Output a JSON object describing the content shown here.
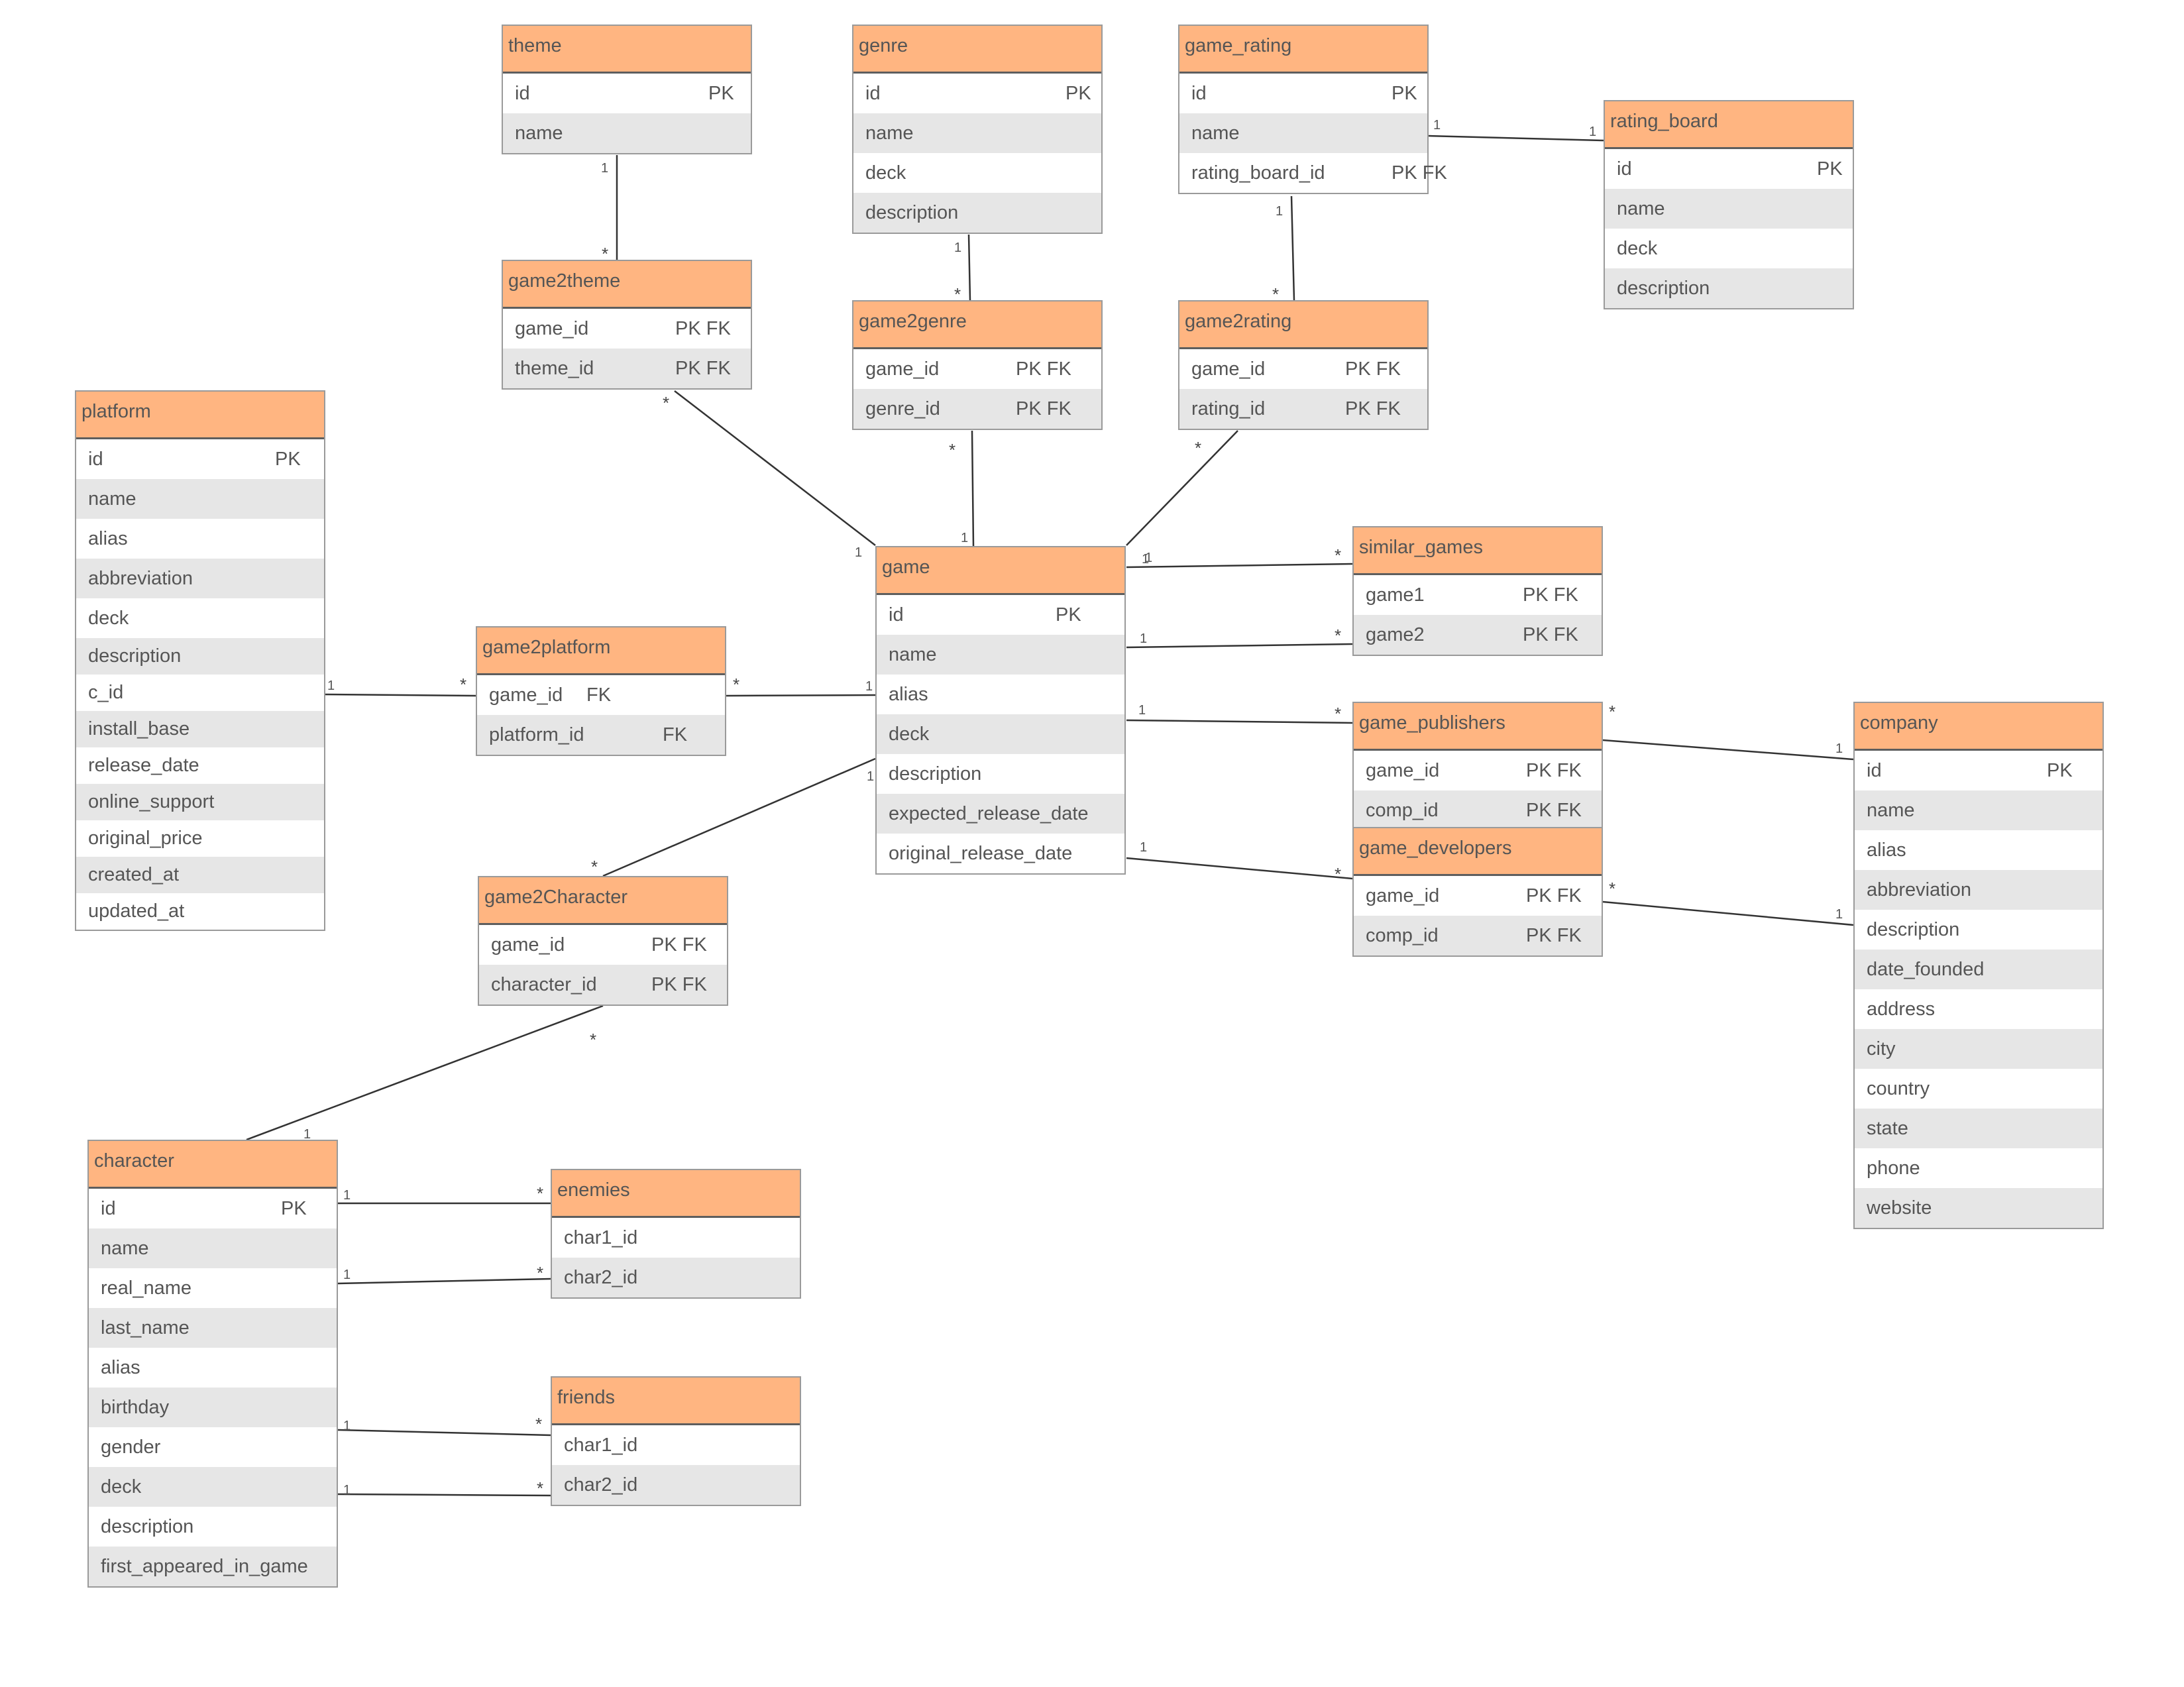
{
  "entities": [
    {
      "id": "theme",
      "title": "theme",
      "fields": [
        {
          "name": "id",
          "key": "PK"
        },
        {
          "name": "name",
          "key": ""
        }
      ]
    },
    {
      "id": "genre",
      "title": "genre",
      "fields": [
        {
          "name": "id",
          "key": "PK"
        },
        {
          "name": "name",
          "key": ""
        },
        {
          "name": "deck",
          "key": ""
        },
        {
          "name": "description",
          "key": ""
        }
      ]
    },
    {
      "id": "game_rating",
      "title": "game_rating",
      "fields": [
        {
          "name": "id",
          "key": "PK"
        },
        {
          "name": "name",
          "key": ""
        },
        {
          "name": "rating_board_id",
          "key": "PK FK"
        }
      ]
    },
    {
      "id": "rating_board",
      "title": "rating_board",
      "fields": [
        {
          "name": "id",
          "key": "PK"
        },
        {
          "name": "name",
          "key": ""
        },
        {
          "name": "deck",
          "key": ""
        },
        {
          "name": "description",
          "key": ""
        }
      ]
    },
    {
      "id": "game2theme",
      "title": "game2theme",
      "fields": [
        {
          "name": "game_id",
          "key": "PK FK"
        },
        {
          "name": "theme_id",
          "key": "PK FK"
        }
      ]
    },
    {
      "id": "game2genre",
      "title": "game2genre",
      "fields": [
        {
          "name": "game_id",
          "key": "PK FK"
        },
        {
          "name": "genre_id",
          "key": "PK FK"
        }
      ]
    },
    {
      "id": "game2rating",
      "title": "game2rating",
      "fields": [
        {
          "name": "game_id",
          "key": "PK FK"
        },
        {
          "name": "rating_id",
          "key": "PK FK"
        }
      ]
    },
    {
      "id": "platform",
      "title": "platform",
      "fields": [
        {
          "name": "id",
          "key": "PK"
        },
        {
          "name": "name",
          "key": ""
        },
        {
          "name": "alias",
          "key": ""
        },
        {
          "name": "abbreviation",
          "key": ""
        },
        {
          "name": "deck",
          "key": ""
        },
        {
          "name": "description",
          "key": ""
        },
        {
          "name": "c_id",
          "key": ""
        },
        {
          "name": "install_base",
          "key": ""
        },
        {
          "name": "release_date",
          "key": ""
        },
        {
          "name": "online_support",
          "key": ""
        },
        {
          "name": "original_price",
          "key": ""
        },
        {
          "name": "created_at",
          "key": ""
        },
        {
          "name": "updated_at",
          "key": ""
        }
      ]
    },
    {
      "id": "game2platform",
      "title": "game2platform",
      "fields": [
        {
          "name": "game_id",
          "key": "FK"
        },
        {
          "name": "platform_id",
          "key": "FK"
        }
      ]
    },
    {
      "id": "game",
      "title": "game",
      "fields": [
        {
          "name": "id",
          "key": "PK"
        },
        {
          "name": "name",
          "key": ""
        },
        {
          "name": "alias",
          "key": ""
        },
        {
          "name": "deck",
          "key": ""
        },
        {
          "name": "description",
          "key": ""
        },
        {
          "name": "expected_release_date",
          "key": ""
        },
        {
          "name": "original_release_date",
          "key": ""
        }
      ]
    },
    {
      "id": "similar_games",
      "title": "similar_games",
      "fields": [
        {
          "name": "game1",
          "key": "PK FK"
        },
        {
          "name": "game2",
          "key": "PK FK"
        }
      ]
    },
    {
      "id": "game_publishers",
      "title": "game_publishers",
      "fields": [
        {
          "name": "game_id",
          "key": "PK FK"
        },
        {
          "name": "comp_id",
          "key": "PK FK"
        }
      ]
    },
    {
      "id": "game_developers",
      "title": "game_developers",
      "fields": [
        {
          "name": "game_id",
          "key": "PK FK"
        },
        {
          "name": "comp_id",
          "key": "PK FK"
        }
      ]
    },
    {
      "id": "company",
      "title": "company",
      "fields": [
        {
          "name": "id",
          "key": "PK"
        },
        {
          "name": "name",
          "key": ""
        },
        {
          "name": "alias",
          "key": ""
        },
        {
          "name": "abbreviation",
          "key": ""
        },
        {
          "name": "description",
          "key": ""
        },
        {
          "name": "date_founded",
          "key": ""
        },
        {
          "name": "address",
          "key": ""
        },
        {
          "name": "city",
          "key": ""
        },
        {
          "name": "country",
          "key": ""
        },
        {
          "name": "state",
          "key": ""
        },
        {
          "name": "phone",
          "key": ""
        },
        {
          "name": "website",
          "key": ""
        }
      ]
    },
    {
      "id": "game2Character",
      "title": "game2Character",
      "fields": [
        {
          "name": "game_id",
          "key": "PK FK"
        },
        {
          "name": "character_id",
          "key": "PK FK"
        }
      ]
    },
    {
      "id": "character",
      "title": "character",
      "fields": [
        {
          "name": "id",
          "key": "PK"
        },
        {
          "name": "name",
          "key": ""
        },
        {
          "name": "real_name",
          "key": ""
        },
        {
          "name": "last_name",
          "key": ""
        },
        {
          "name": "alias",
          "key": ""
        },
        {
          "name": "birthday",
          "key": ""
        },
        {
          "name": "gender",
          "key": ""
        },
        {
          "name": "deck",
          "key": ""
        },
        {
          "name": "description",
          "key": ""
        },
        {
          "name": "first_appeared_in_game",
          "key": ""
        }
      ]
    },
    {
      "id": "enemies",
      "title": "enemies",
      "fields": [
        {
          "name": "char1_id",
          "key": ""
        },
        {
          "name": "char2_id",
          "key": ""
        }
      ]
    },
    {
      "id": "friends",
      "title": "friends",
      "fields": [
        {
          "name": "char1_id",
          "key": ""
        },
        {
          "name": "char2_id",
          "key": ""
        }
      ]
    }
  ],
  "relationships": [
    {
      "id": "theme-game2theme",
      "m1": "1",
      "m2": "*"
    },
    {
      "id": "genre-game2genre",
      "m1": "1",
      "m2": "*"
    },
    {
      "id": "game_rating-game2rating",
      "m1": "1",
      "m2": "*"
    },
    {
      "id": "game_rating-rating_board",
      "m1": "1",
      "m2": "1"
    },
    {
      "id": "game2theme-game",
      "m1": "*",
      "m2": "1"
    },
    {
      "id": "game2genre-game",
      "m1": "*",
      "m2": "1"
    },
    {
      "id": "game2rating-game",
      "m1": "*",
      "m2": "1"
    },
    {
      "id": "game-similar1",
      "m1": "1",
      "m2": "*"
    },
    {
      "id": "game-similar2",
      "m1": "1",
      "m2": "*"
    },
    {
      "id": "game-publishers",
      "m1": "1",
      "m2": "*"
    },
    {
      "id": "game-developers",
      "m1": "1",
      "m2": "*"
    },
    {
      "id": "publishers-company",
      "m1": "*",
      "m2": "1"
    },
    {
      "id": "developers-company",
      "m1": "*",
      "m2": "1"
    },
    {
      "id": "platform-game2platform",
      "m1": "1",
      "m2": "*"
    },
    {
      "id": "game2platform-game",
      "m1": "*",
      "m2": "1"
    },
    {
      "id": "game-game2Character",
      "m1": "1",
      "m2": "*"
    },
    {
      "id": "game2Character-character",
      "m1": "*",
      "m2": "1"
    },
    {
      "id": "character-enemies1",
      "m1": "1",
      "m2": "*"
    },
    {
      "id": "character-enemies2",
      "m1": "1",
      "m2": "*"
    },
    {
      "id": "character-friends1",
      "m1": "1",
      "m2": "*"
    },
    {
      "id": "character-friends2",
      "m1": "1",
      "m2": "*"
    }
  ]
}
